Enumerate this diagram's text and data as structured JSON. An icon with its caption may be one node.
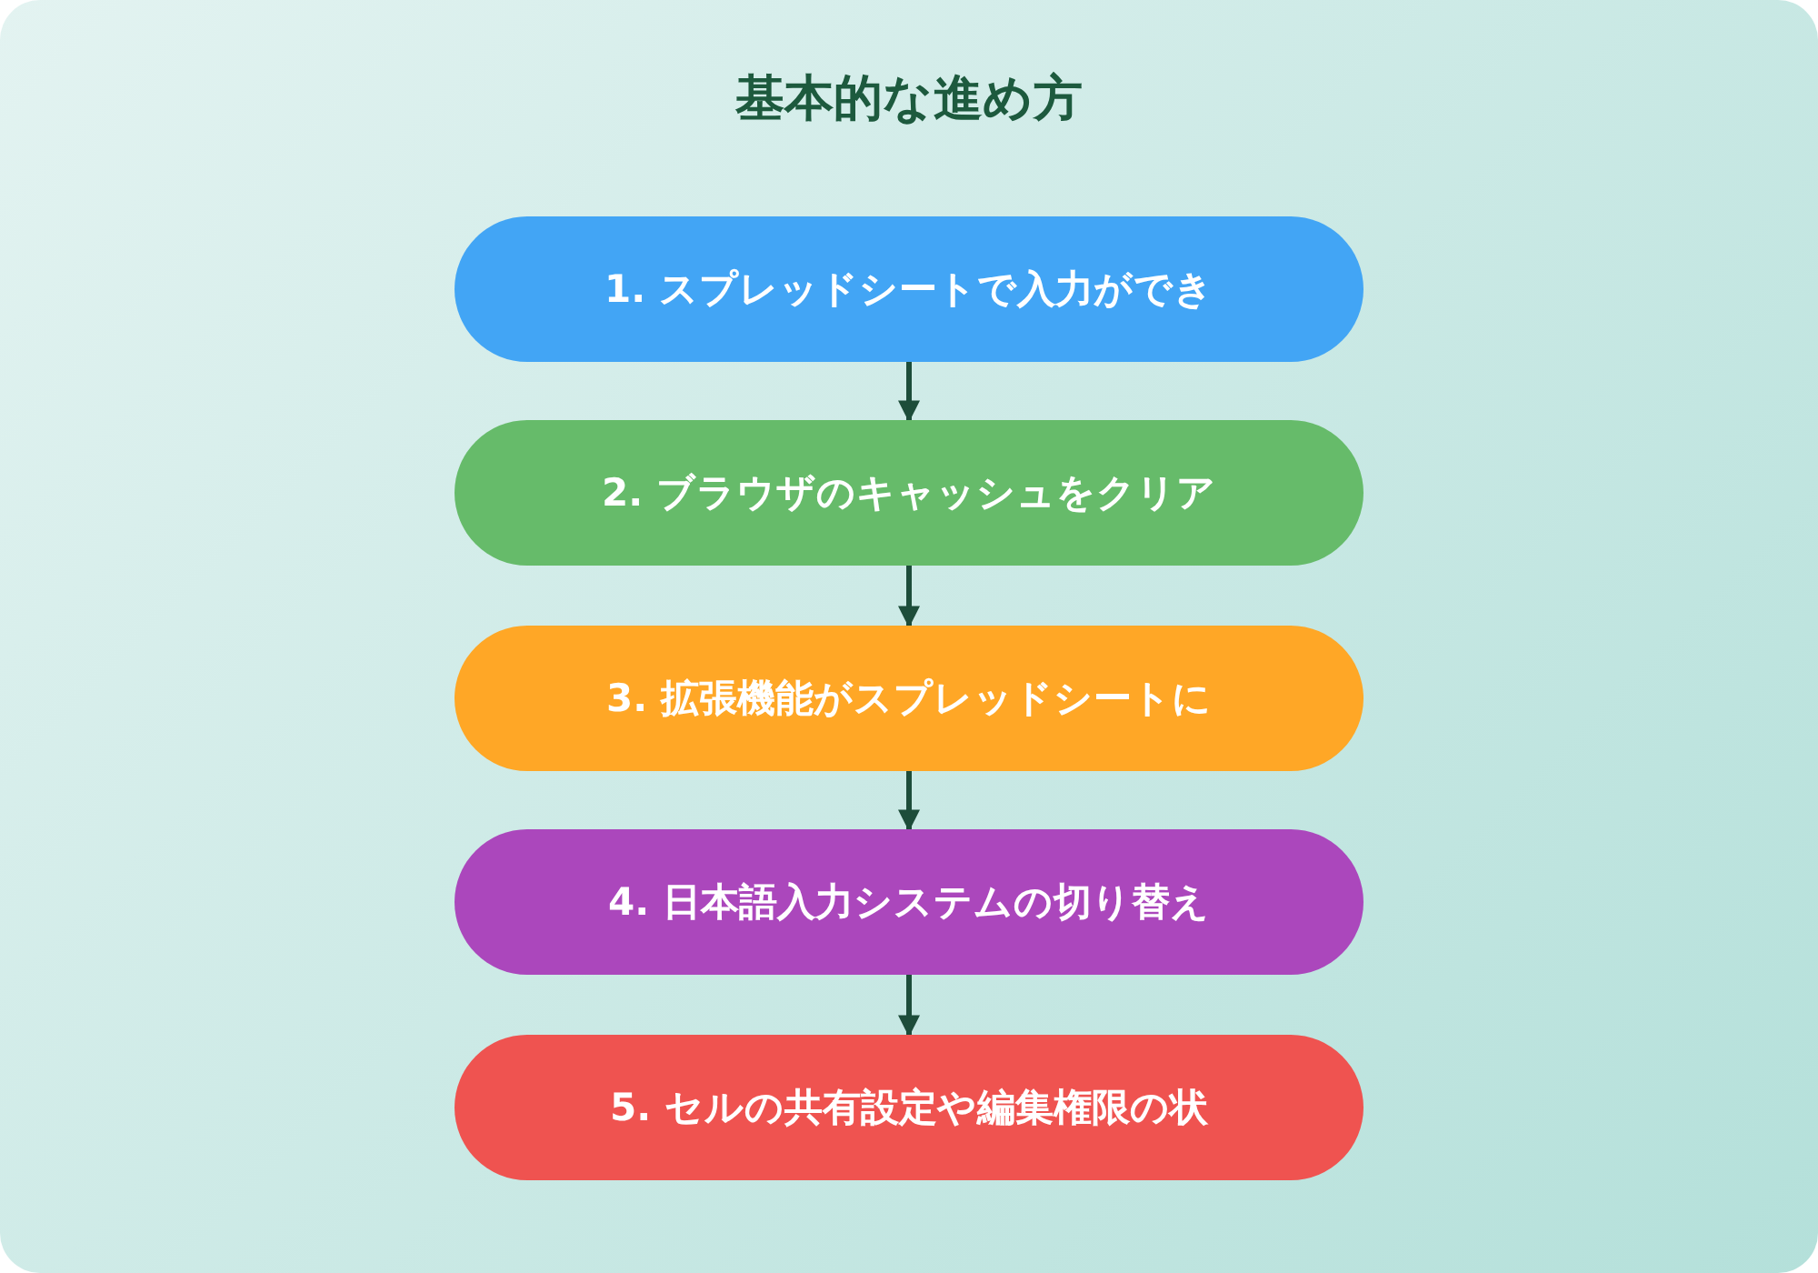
{
  "diagram": {
    "title": "基本的な進め方",
    "nodes": [
      {
        "text": [
          "1. スプレッドシートで入力ができ"
        ]
      },
      {
        "text": [
          "2. ブラウザのキャッシュをクリア"
        ]
      },
      {
        "text": [
          "3. 拡張機能がスプレッドシートに"
        ]
      },
      {
        "text": [
          "4. 日本語入力システムの切り替え"
        ]
      },
      {
        "text": [
          "5. セルの共有設定や編集権限の状"
        ]
      }
    ],
    "edges": [
      {
        "from": 0,
        "to": 1,
        "arrow": "to"
      },
      {
        "from": 1,
        "to": 2,
        "arrow": "to"
      },
      {
        "from": 2,
        "to": 3,
        "arrow": "to"
      },
      {
        "from": 3,
        "to": 4,
        "arrow": "to"
      }
    ]
  }
}
